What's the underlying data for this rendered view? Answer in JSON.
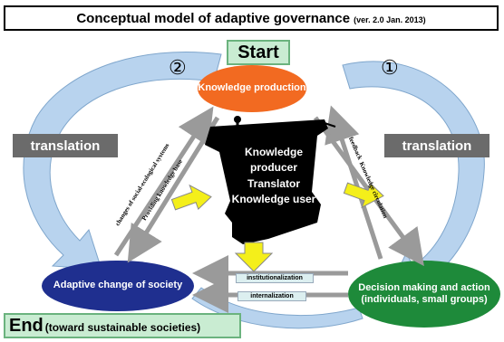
{
  "title": {
    "main": "Conceptual model of adaptive governance",
    "version": "(ver. 2.0 Jan. 2013)"
  },
  "start_label": "Start",
  "end": {
    "main": "End",
    "sub": "(toward sustainable societies)"
  },
  "nodes": {
    "knowledge_production": "Knowledge production",
    "adaptive_change": "Adaptive change of society",
    "decision_making": "Decision making and action (individuals, small groups)"
  },
  "center": {
    "line1": "Knowledge",
    "line2": "producer",
    "line3": "Translator",
    "line4": "Knowledge user"
  },
  "translation_left": "translation",
  "translation_right": "translation",
  "marker_left": "②",
  "marker_right": "①",
  "arrow_labels": {
    "changes": "changes of social-ecological systems",
    "providing": "Providing knowledge base",
    "feedback": "feedback",
    "circulation": "Knowledge circulation",
    "institutionalization": "institutionalization",
    "internalization": "internalization"
  },
  "colors": {
    "orange": "#f26a21",
    "navy": "#1f2f8f",
    "green": "#1e8a3a",
    "yellow": "#f4ef1a",
    "arc": "#b8d3ee",
    "gray_arrow": "#9a9a9a"
  }
}
